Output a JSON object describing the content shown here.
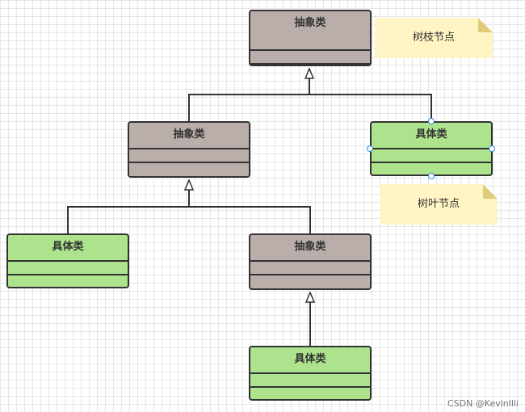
{
  "diagram": {
    "nodes": [
      {
        "id": "root",
        "label": "抽象类",
        "kind": "abstract"
      },
      {
        "id": "mid",
        "label": "抽象类",
        "kind": "abstract"
      },
      {
        "id": "leaf-right",
        "label": "具体类",
        "kind": "concrete"
      },
      {
        "id": "leaf-left",
        "label": "具体类",
        "kind": "concrete"
      },
      {
        "id": "lower-abstract",
        "label": "抽象类",
        "kind": "abstract"
      },
      {
        "id": "bottom",
        "label": "具体类",
        "kind": "concrete"
      }
    ],
    "edges": [
      {
        "from": "mid",
        "to": "root",
        "type": "inheritance"
      },
      {
        "from": "leaf-right",
        "to": "root",
        "type": "inheritance"
      },
      {
        "from": "leaf-left",
        "to": "mid",
        "type": "inheritance"
      },
      {
        "from": "lower-abstract",
        "to": "mid",
        "type": "inheritance"
      },
      {
        "from": "bottom",
        "to": "lower-abstract",
        "type": "inheritance"
      }
    ],
    "notes": [
      {
        "id": "branch-note",
        "text": "树枝节点",
        "attached_to": "root"
      },
      {
        "id": "leaf-note",
        "text": "树叶节点",
        "attached_to": "leaf-right"
      }
    ],
    "selected_node": "leaf-right",
    "colors": {
      "abstract_fill": "#baaeaa",
      "concrete_fill": "#ace38c",
      "note_fill": "#fff4c3",
      "stroke": "#333333"
    }
  },
  "watermark": "CSDN @Kevinllli"
}
